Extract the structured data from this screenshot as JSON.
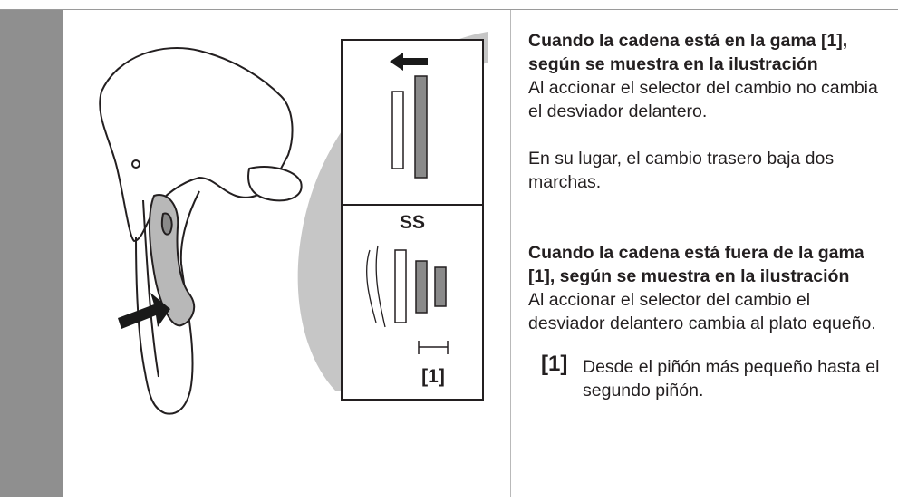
{
  "illustration": {
    "label_ss": "SS",
    "label_range": "[1]"
  },
  "section1": {
    "heading": "Cuando la cadena está en la gama [1], según se muestra en la ilustración",
    "body1": "Al accionar el selector del cambio no cambia el desviador delantero.",
    "body2": "En su lugar, el cambio trasero baja dos marchas."
  },
  "section2": {
    "heading": "Cuando la cadena está fuera de la gama [1], según se muestra en la ilustración",
    "body": "Al accionar el selector del cambio el desviador delantero cambia al plato equeño."
  },
  "note": {
    "ref": "[1]",
    "text": "Desde el piñón más pequeño hasta el segundo piñón."
  },
  "colors": {
    "sidebar": "#8f8f8f",
    "arc": "#c6c6c6",
    "dark_bar": "#8a8a8a",
    "arrow": "#1a1a1a"
  }
}
